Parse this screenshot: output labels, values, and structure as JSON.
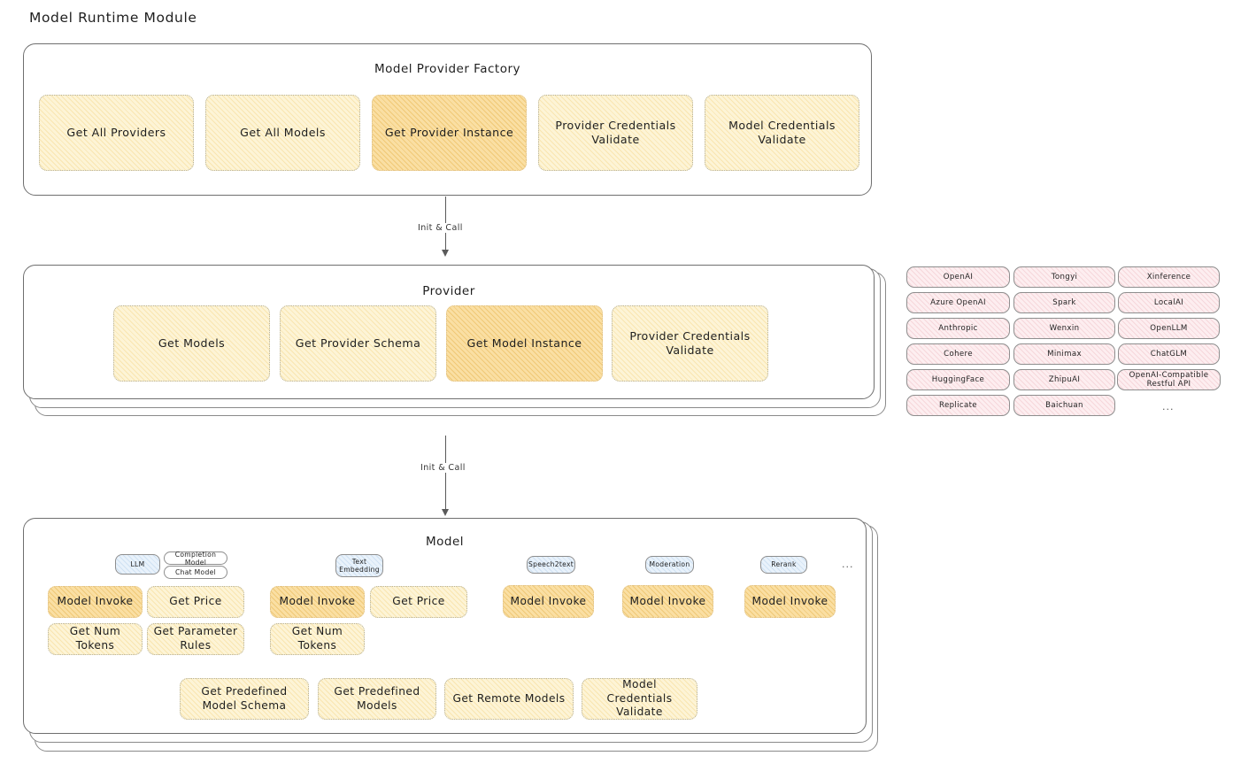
{
  "title": "Model Runtime Module",
  "arrows": [
    {
      "label": "Init & Call"
    },
    {
      "label": "Init & Call"
    }
  ],
  "factory": {
    "title": "Model Provider Factory",
    "nodes": [
      {
        "label": "Get All Providers",
        "highlight": false
      },
      {
        "label": "Get All Models",
        "highlight": false
      },
      {
        "label": "Get Provider Instance",
        "highlight": true
      },
      {
        "label": "Provider Credentials Validate",
        "highlight": false
      },
      {
        "label": "Model Credentials Validate",
        "highlight": false
      }
    ]
  },
  "provider": {
    "title": "Provider",
    "nodes": [
      {
        "label": "Get Models",
        "highlight": false
      },
      {
        "label": "Get Provider Schema",
        "highlight": false
      },
      {
        "label": "Get Model Instance",
        "highlight": true
      },
      {
        "label": "Provider Credentials Validate",
        "highlight": false
      }
    ]
  },
  "provider_list": {
    "columns": [
      {
        "items": [
          "OpenAI",
          "Azure OpenAI",
          "Anthropic",
          "Cohere",
          "HuggingFace",
          "Replicate"
        ],
        "ellipsis": false
      },
      {
        "items": [
          "Tongyi",
          "Spark",
          "Wenxin",
          "Minimax",
          "ZhipuAI",
          "Baichuan"
        ],
        "ellipsis": false
      },
      {
        "items": [
          "Xinference",
          "LocalAI",
          "OpenLLM",
          "ChatGLM",
          "OpenAI-Compatible Restful API"
        ],
        "ellipsis": true
      }
    ],
    "ellipsis_label": "..."
  },
  "model": {
    "title": "Model",
    "ellipsis_label": "...",
    "types": [
      {
        "badge": "LLM",
        "tags": [
          "Completion Model",
          "Chat Model"
        ],
        "methods": [
          {
            "label": "Model Invoke",
            "highlight": true
          },
          {
            "label": "Get Price",
            "highlight": false
          },
          {
            "label": "Get Num Tokens",
            "highlight": false
          },
          {
            "label": "Get Parameter Rules",
            "highlight": false
          }
        ]
      },
      {
        "badge": "Text Embedding",
        "tags": [],
        "methods": [
          {
            "label": "Model Invoke",
            "highlight": true
          },
          {
            "label": "Get Price",
            "highlight": false
          },
          {
            "label": "Get Num Tokens",
            "highlight": false
          }
        ]
      },
      {
        "badge": "Speech2text",
        "tags": [],
        "methods": [
          {
            "label": "Model Invoke",
            "highlight": true
          }
        ]
      },
      {
        "badge": "Moderation",
        "tags": [],
        "methods": [
          {
            "label": "Model Invoke",
            "highlight": true
          }
        ]
      },
      {
        "badge": "Rerank",
        "tags": [],
        "methods": [
          {
            "label": "Model Invoke",
            "highlight": true
          }
        ]
      }
    ],
    "common_methods": [
      {
        "label": "Get Predefined Model Schema"
      },
      {
        "label": "Get Predefined Models"
      },
      {
        "label": "Get Remote Models"
      },
      {
        "label": "Model Credentials Validate"
      }
    ]
  },
  "colors": {
    "node_fill": "#fdf4d6",
    "node_highlight_fill": "#fadfa3",
    "chip_fill": "#fdeef0",
    "badge_fill": "#e9f2fb",
    "border": "#6f6f6f"
  }
}
